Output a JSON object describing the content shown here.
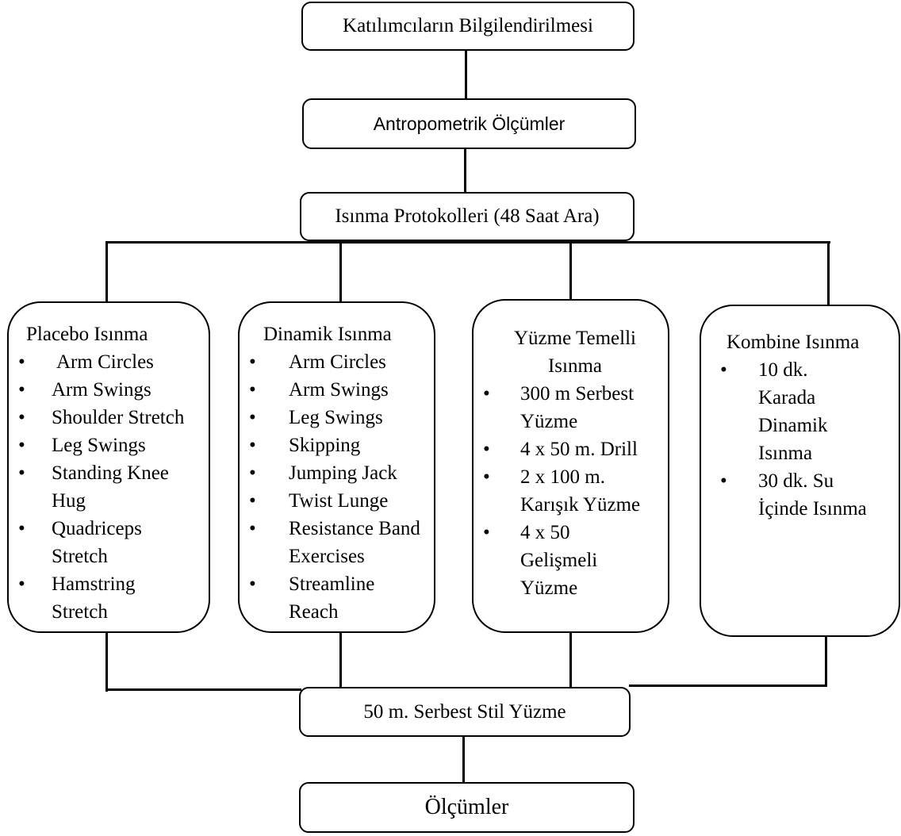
{
  "top_boxes": {
    "informing": "Katılımcıların Bilgilendirilmesi",
    "anthropometric": "Antropometrik Ölçümler",
    "protocols": "Isınma Protokolleri (48 Saat Ara)"
  },
  "protocols": [
    {
      "title": "Placebo Isınma",
      "items": [
        "Arm Circles",
        "Arm Swings",
        "Shoulder Stretch",
        "Leg Swings",
        "Standing Knee Hug",
        "Quadriceps Stretch",
        "Hamstring Stretch"
      ]
    },
    {
      "title": "Dinamik Isınma",
      "items": [
        "Arm Circles",
        "Arm Swings",
        "Leg Swings",
        "Skipping",
        "Jumping Jack",
        "Twist Lunge",
        "Resistance Band Exercises",
        "Streamline Reach"
      ]
    },
    {
      "title": "Yüzme Temelli Isınma",
      "items": [
        "300 m Serbest Yüzme",
        "4 x 50 m. Drill",
        "2 x 100 m. Karışık Yüzme",
        "4 x 50 Gelişmeli Yüzme"
      ]
    },
    {
      "title": "Kombine Isınma",
      "items": [
        "10 dk. Karada Dinamik Isınma",
        "30 dk. Su İçinde Isınma"
      ]
    }
  ],
  "bottom_boxes": {
    "swim_test": "50 m. Serbest Stil Yüzme",
    "measurements": "Ölçümler"
  }
}
